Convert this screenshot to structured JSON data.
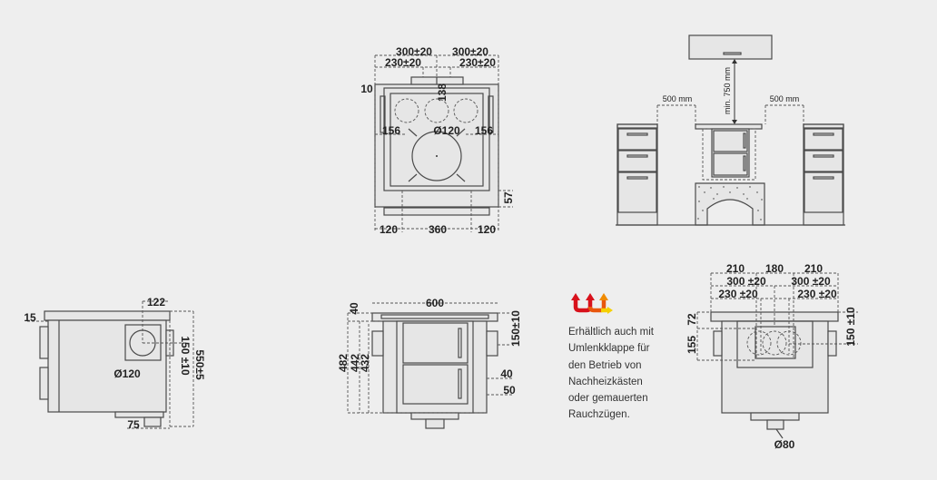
{
  "colors": {
    "background": "#eeeeee",
    "line": "#4a4a4a",
    "logo_red": "#d8111b",
    "logo_orange": "#f08a00",
    "logo_yellow": "#f5d000"
  },
  "top_view": {
    "dim_300_left": "300±20",
    "dim_300_right": "300±20",
    "dim_230_left": "230±20",
    "dim_230_right": "230±20",
    "dim_10": "10",
    "dim_138": "138",
    "dim_156_left": "156",
    "dim_156_right": "156",
    "dim_d120": "Ø120",
    "dim_57": "57",
    "dim_120_left": "120",
    "dim_360": "360",
    "dim_120_right": "120"
  },
  "kitchen_view": {
    "dim_500_left": "500 mm",
    "dim_500_right": "500 mm",
    "dim_min750": "min. 750 mm"
  },
  "side_view": {
    "dim_122": "122",
    "dim_15": "15",
    "dim_150": "150 ±10",
    "dim_550": "550±5",
    "dim_d120": "Ø120",
    "dim_75": "75"
  },
  "front_view": {
    "dim_600": "600",
    "dim_40_top": "40",
    "dim_482": "482",
    "dim_442": "442",
    "dim_432": "432",
    "dim_150": "150±10",
    "dim_40": "40",
    "dim_50": "50"
  },
  "back_view": {
    "dim_210_left": "210",
    "dim_180": "180",
    "dim_210_right": "210",
    "dim_300_left": "300 ±20",
    "dim_300_right": "300 ±20",
    "dim_230_left": "230 ±20",
    "dim_230_right": "230 ±20",
    "dim_72": "72",
    "dim_155": "155",
    "dim_150": "150 ±10",
    "dim_d80": "Ø80"
  },
  "note": {
    "lines": [
      "Erhältlich auch mit",
      "Umlenkklappe für",
      "den Betrieb von",
      "Nachheizkästen",
      "oder gemauerten",
      "Rauchzügen."
    ]
  }
}
